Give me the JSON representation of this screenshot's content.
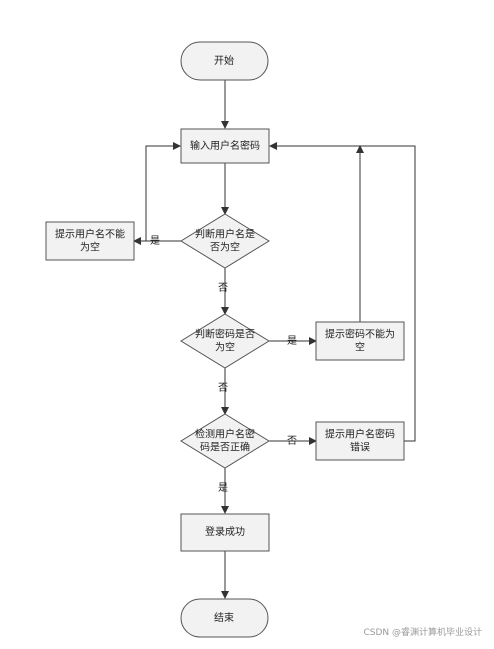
{
  "nodes": {
    "start": [
      "开始"
    ],
    "input": [
      "输入用户名密码"
    ],
    "check_user_empty": [
      "判断用户名是",
      "否为空"
    ],
    "msg_user_empty": [
      "提示用户名不能",
      "为空"
    ],
    "check_pwd_empty": [
      "判断密码是否",
      "为空"
    ],
    "msg_pwd_empty": [
      "提示密码不能为",
      "空"
    ],
    "check_correct": [
      "检测用户名密",
      "码是否正确"
    ],
    "msg_wrong": [
      "提示用户名密码",
      "错误"
    ],
    "success": [
      "登录成功"
    ],
    "end": [
      "结束"
    ]
  },
  "labels": {
    "yes": "是",
    "no": "否"
  },
  "watermark": "CSDN @睿渊计算机毕业设计",
  "colors": {
    "node_fill": "#f2f2f2",
    "node_stroke": "#555555",
    "edge": "#333333",
    "watermark": "#9a9a9a"
  }
}
